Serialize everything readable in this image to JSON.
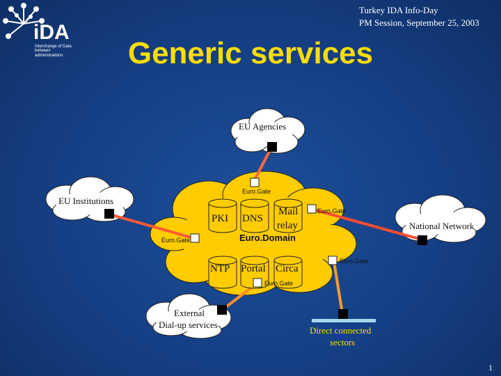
{
  "header": {
    "line1": "Turkey IDA Info-Day",
    "line2": "PM Session, September 25, 2003"
  },
  "logo": {
    "name": "iDA",
    "tagline1": "Interchange of Data",
    "tagline2": "between administrations",
    "icon": "network-star-icon"
  },
  "title": "Generic services",
  "nodes": {
    "eu_agencies": "EU Agencies",
    "eu_institutions": "EU Institutions",
    "national_network": "National Network",
    "external_dialup": [
      "External",
      "Dial-up services"
    ],
    "direct_sectors": [
      "Direct connected",
      "sectors"
    ]
  },
  "domain": {
    "label": "Euro.Domain",
    "services_top": [
      "PKI",
      "DNS"
    ],
    "mail_relay": [
      "Mail",
      "relay"
    ],
    "services_bottom": [
      "NTP",
      "Portal",
      "Circa"
    ]
  },
  "gates": {
    "top": "Euro.Gate",
    "left": "Euro.Gate",
    "right": "Euro.Gate",
    "lower_right": "Euro.Gate",
    "bottom": "Euro.Gate"
  },
  "page_number": "1",
  "colors": {
    "background": "#153f84",
    "title": "#ffdd00",
    "domain_cloud": "#ffcc00",
    "outer_cloud": "#ffffff",
    "link": "#ff4d2e"
  }
}
